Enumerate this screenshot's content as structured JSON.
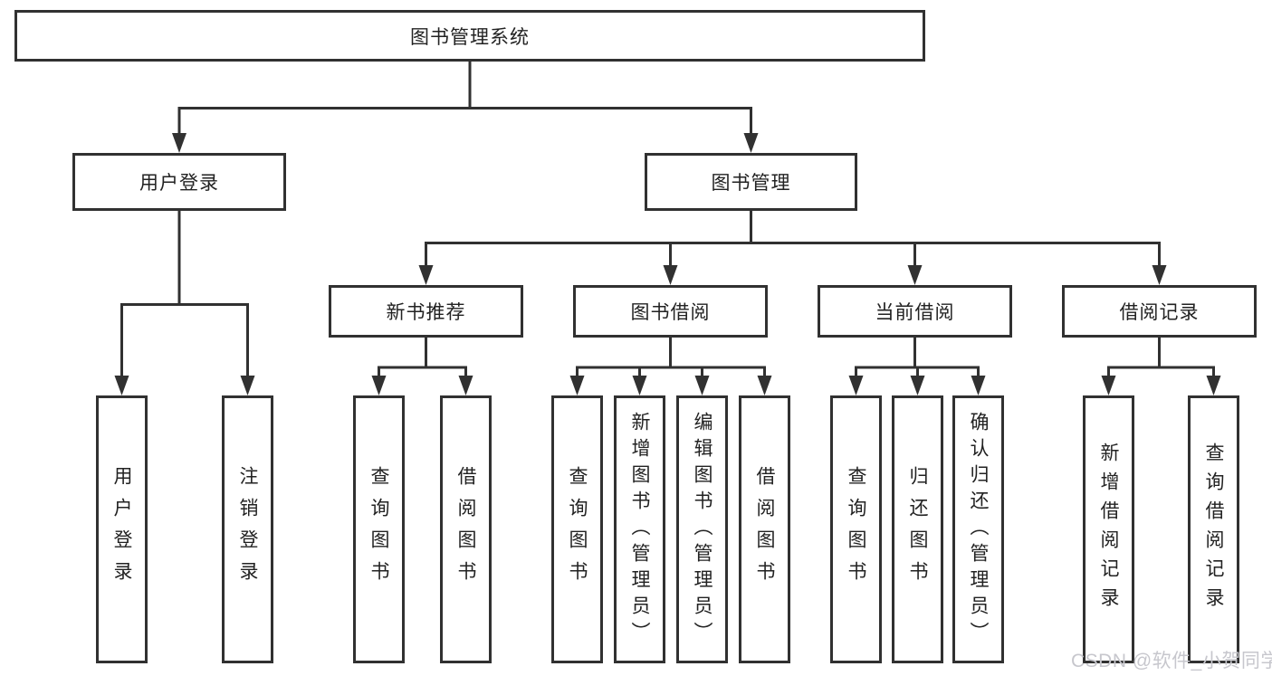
{
  "colors": {
    "line": "#313131",
    "box_border": "#313131",
    "text": "#222222",
    "watermark_color": "#c7c7cd",
    "background": "#ffffff"
  },
  "tree": {
    "label": "图书管理系统",
    "children": [
      {
        "label": "用户登录",
        "children": [
          {
            "label": "用户登录"
          },
          {
            "label": "注销登录"
          }
        ]
      },
      {
        "label": "图书管理",
        "children": [
          {
            "label": "新书推荐",
            "children": [
              {
                "label": "查询图书"
              },
              {
                "label": "借阅图书"
              }
            ]
          },
          {
            "label": "图书借阅",
            "children": [
              {
                "label": "查询图书"
              },
              {
                "label": "新增图书（管理员）"
              },
              {
                "label": "编辑图书（管理员）"
              },
              {
                "label": "借阅图书"
              }
            ]
          },
          {
            "label": "当前借阅",
            "children": [
              {
                "label": "查询图书"
              },
              {
                "label": "归还图书"
              },
              {
                "label": "确认归还（管理员）"
              }
            ]
          },
          {
            "label": "借阅记录",
            "children": [
              {
                "label": "新增借阅记录"
              },
              {
                "label": "查询借阅记录"
              }
            ]
          }
        ]
      }
    ]
  },
  "watermark": {
    "text": "CSDN @软件_小贺同学"
  }
}
